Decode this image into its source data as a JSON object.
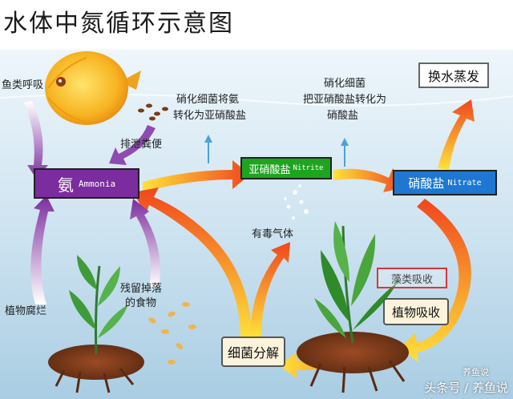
{
  "title": "水体中氮循环示意图",
  "colors": {
    "ammonia": "#7b2c9e",
    "nitrite": "#1ea51e",
    "nitrate": "#1e78d2",
    "arrow_start": "#ffe23a",
    "arrow_end": "#f0461e",
    "soil": "#7a3a1e",
    "water_top": "#dcecf6",
    "water_bottom": "#b7d6ea"
  },
  "nodes": {
    "ammonia": {
      "zh": "氨",
      "en": "Ammonia"
    },
    "nitrite": {
      "zh": "亚硝酸盐",
      "en": "Nitrite"
    },
    "nitrate": {
      "zh": "硝酸盐",
      "en": "Nitrate"
    },
    "water_change": "换水蒸发",
    "bacteria": "细菌分解",
    "plant_absorb": "植物吸收",
    "algae_absorb": "藻类吸收"
  },
  "labels": {
    "fish_breath": "鱼类呼吸",
    "excrete": "排泄粪便",
    "plant_rot": "植物腐烂",
    "leftover_food_1": "残留掉落",
    "leftover_food_2": "的食物",
    "toxic_gas": "有毒气体",
    "nitrifier1_l1": "硝化细菌将氨",
    "nitrifier1_l2": "转化为亚硝酸盐",
    "nitrifier2_l1": "硝化细菌",
    "nitrifier2_l2": "把亚硝酸盐转化为",
    "nitrifier2_l3": "硝酸盐"
  },
  "watermark": {
    "top": "养鱼说",
    "bottom": "头条号 / 养鱼说"
  },
  "icons": [
    "fish-icon",
    "bubbles-icon",
    "plant-icon",
    "food-pellets-icon",
    "feces-icon"
  ]
}
